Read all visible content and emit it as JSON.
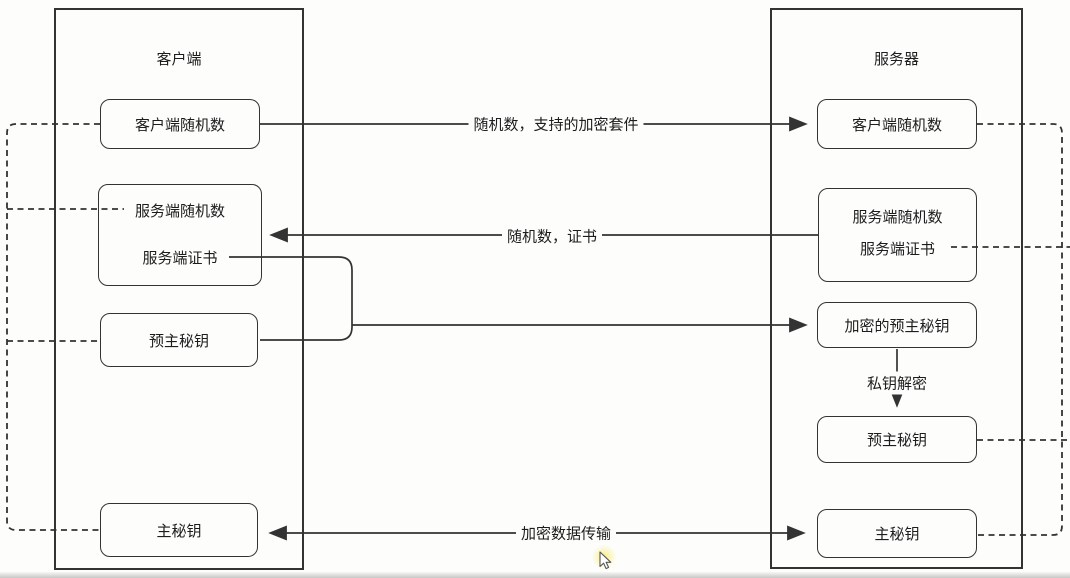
{
  "client_panel": {
    "title": "客户端",
    "client_random": "客户端随机数",
    "server_random": "服务端随机数",
    "server_cert": "服务端证书",
    "pre_master_key": "预主秘钥",
    "master_key": "主秘钥"
  },
  "server_panel": {
    "title": "服务器",
    "client_random": "客户端随机数",
    "server_random": "服务端随机数",
    "server_cert": "服务端证书",
    "encrypted_pre_master_key": "加密的预主秘钥",
    "pre_master_key": "预主秘钥",
    "master_key": "主秘钥"
  },
  "edge_labels": {
    "client_hello": "随机数，支持的加密套件",
    "server_hello": "随机数，证书",
    "private_key_decrypt": "私钥解密",
    "encrypted_transfer": "加密数据传输"
  },
  "colors": {
    "line": "#333333",
    "text": "#1d1d1d",
    "background": "#fdfdfc",
    "cursor_glow": "#f8ee7e"
  }
}
